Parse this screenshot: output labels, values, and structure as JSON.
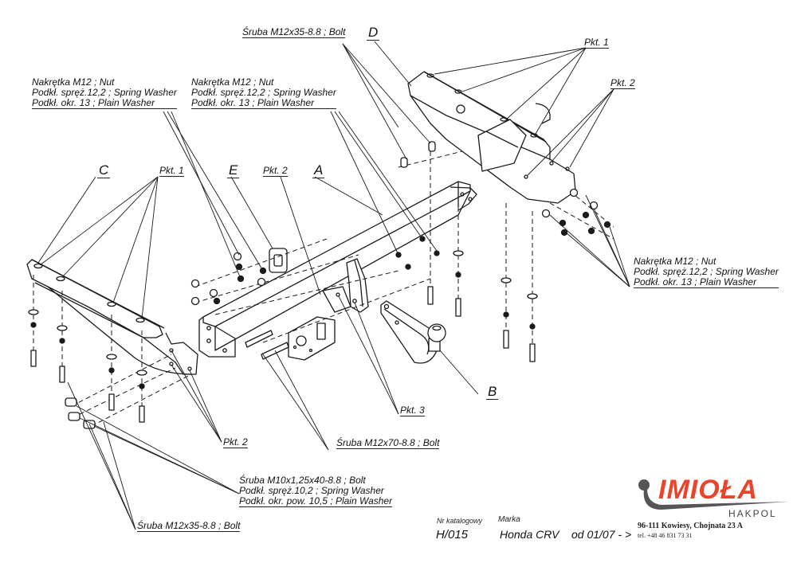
{
  "labels": {
    "bolt_top": "Śruba M12x35-8.8 ;  Bolt",
    "part_d": "D",
    "part_c": "C",
    "part_e": "E",
    "part_a": "A",
    "part_b": "B",
    "pkt1_right": "Pkt. 1",
    "pkt2_right": "Pkt. 2",
    "pkt1_left": "Pkt. 1",
    "pkt2_mid": "Pkt. 2",
    "pkt2_bottom": "Pkt. 2",
    "pkt3": "Pkt. 3",
    "bolt_m12x70": "Śruba M12x70-8.8 ;  Bolt",
    "bolt_bottom_left": "Śruba M12x35-8.8 ;  Bolt"
  },
  "fastener_groups": {
    "left": [
      "Nakrętka  M12 ; Nut",
      "Podkł. spręż.12,2 ; Spring Washer",
      "Podkł. okr. 13 ; Plain Washer"
    ],
    "middle": [
      "Nakrętka  M12 ; Nut",
      "Podkł. spręż.12,2 ; Spring Washer",
      "Podkł. okr. 13 ; Plain Washer"
    ],
    "right": [
      "Nakrętka  M12 ; Nut",
      "Podkł. spręż.12,2 ; Spring Washer",
      "Podkł. okr. 13 ; Plain Washer"
    ],
    "bottom": [
      "Śruba M10x1,25x40-8.8 ;  Bolt",
      "Podkł. spręż.10,2 ; Spring Washer",
      "Podkł. okr. pow. 10,5 ; Plain Washer"
    ]
  },
  "footer": {
    "catalog_label": "Nr katalogowy",
    "catalog_value": "H/015",
    "brand_label": "Marka",
    "brand_value": "Honda CRV",
    "date_value": "od  01/07 - >",
    "address": "96-111 Kowiesy, Chojnata 23 A",
    "phone": "tel. +48 46 831 73 31"
  },
  "logo": {
    "name": "IMIOŁA",
    "subtitle": "HAKPOL",
    "brand_color": "#e8452a",
    "hook_color": "#555555"
  }
}
